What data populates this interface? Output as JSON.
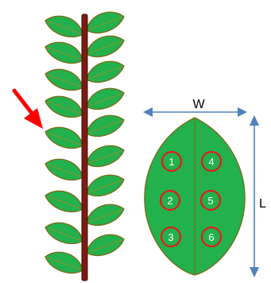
{
  "labels": {
    "width": "W",
    "length": "L"
  },
  "sample_points": [
    "1",
    "2",
    "3",
    "4",
    "5",
    "6"
  ],
  "colors": {
    "leaf_fill": "#22b14c",
    "leaf_outline": "#7a6a1a",
    "stem": "#7b1b12",
    "marker_arrow": "#ff0000",
    "sample_circle": "#e21b1b",
    "dimension_arrow": "#4f81bd"
  }
}
